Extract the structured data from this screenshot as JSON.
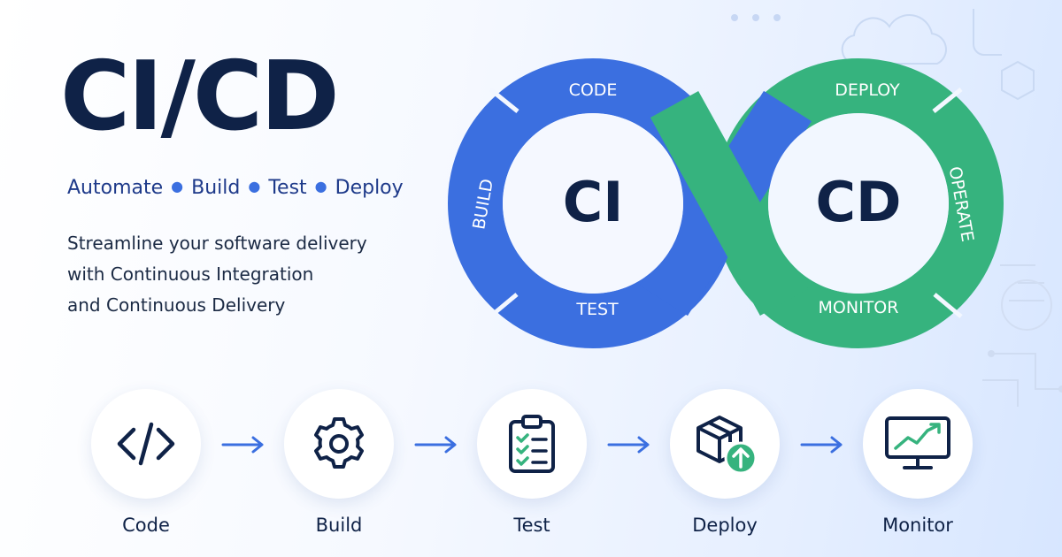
{
  "hero": {
    "title": "CI/CD",
    "tagline": [
      "Automate",
      "Build",
      "Test",
      "Deploy"
    ],
    "description_lines": [
      "Streamline your software delivery",
      "with Continuous Integration",
      "and Continuous Delivery"
    ]
  },
  "infinity": {
    "ci_label": "CI",
    "cd_label": "CD",
    "ci_stages": [
      "CODE",
      "BUILD",
      "TEST"
    ],
    "cd_stages": [
      "DEPLOY",
      "OPERATE",
      "MONITOR"
    ],
    "ci_color": "#3b6fe0",
    "cd_color": "#36b37e"
  },
  "pipeline": {
    "steps": [
      {
        "label": "Code",
        "icon": "code-brackets-icon"
      },
      {
        "label": "Build",
        "icon": "gear-icon"
      },
      {
        "label": "Test",
        "icon": "clipboard-checklist-icon"
      },
      {
        "label": "Deploy",
        "icon": "package-upload-icon"
      },
      {
        "label": "Monitor",
        "icon": "monitor-chart-icon"
      }
    ],
    "arrow_color": "#3b6fe0"
  }
}
